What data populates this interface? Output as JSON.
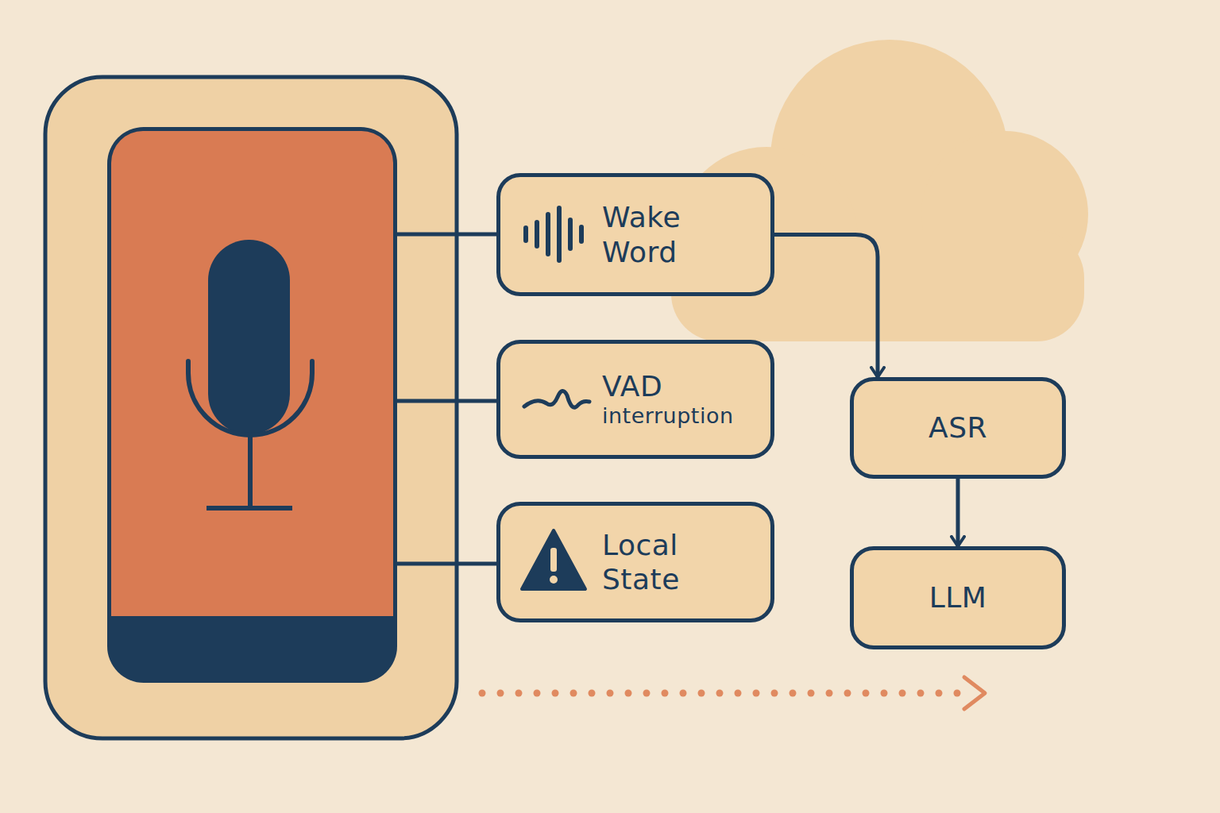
{
  "diagram": {
    "nodes": [
      {
        "text": [
          "Wake Word"
        ]
      },
      {
        "text": [
          "VAD",
          "interruption"
        ]
      },
      {
        "text": [
          "Local State"
        ]
      },
      {
        "text": [
          "ASR"
        ]
      },
      {
        "text": [
          "LLM"
        ]
      }
    ],
    "edges": [
      {
        "from": 0,
        "to": 3,
        "arrow": "to"
      },
      {
        "from": 3,
        "to": 4,
        "arrow": "to"
      }
    ]
  }
}
